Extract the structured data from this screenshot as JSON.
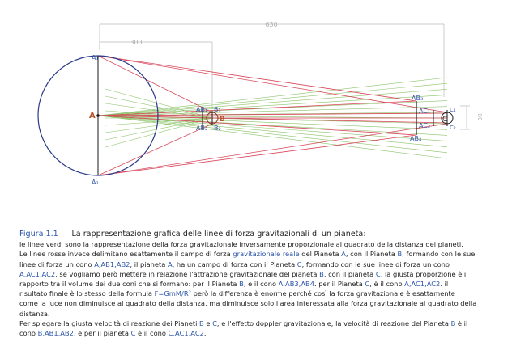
{
  "diagram": {
    "dim_outer": "630",
    "dim_inner": "300",
    "dim_side": "80",
    "labels": {
      "A": "A",
      "A1": "A₁",
      "A2": "A₂",
      "AB1": "AB₁",
      "AB2": "AB₂",
      "B1": "B₁",
      "B2": "B₂",
      "B": "B",
      "AB3": "AB₃",
      "AB4": "AB₄",
      "AC1": "AC₁",
      "AC2": "AC₂",
      "C1": "C₁",
      "C2": "C₂",
      "C": "C"
    },
    "colors": {
      "green": "#8cc36a",
      "red": "#d8465a",
      "circle": "#2a3a8a",
      "dim": "#b0b0b0",
      "label": "#3a5aa8",
      "planet_label": "#b5532a"
    }
  },
  "caption": {
    "fig_label": "Figura 1.1",
    "title": "La rappresentazione grafica delle linee di forza gravitazionali di un pianeta:",
    "l1": "le linee verdi sono la rappresentazione della forza  gravitazionale  inversamente proporzionale al quadrato della distanza dei pianeti.",
    "l2_a": "Le linee rosse invece delimitano esattamente il campo di forza ",
    "l2_hl1": "gravitazionale reale",
    "l2_b": "  del Pianeta ",
    "l2_hl2": "A",
    "l2_c": ", con il Pianeta ",
    "l2_hl3": "B",
    "l2_d": ", formando con le sue",
    "l3_a": "linee di forza un cono ",
    "l3_hl1": "A,AB1,AB2",
    "l3_b": ", il pianeta ",
    "l3_hl2": "A",
    "l3_c": ", ha un campo di forza con il Pianeta ",
    "l3_hl3": "C",
    "l3_d": ", formando con le sue linee di forza un cono",
    "l4_hl1": "A,AC1,AC2",
    "l4_a": ", se vogliamo però mettere in relazione l'attrazione gravitazionale del pianeta ",
    "l4_hl2": "B",
    "l4_b": ", con il pianeta ",
    "l4_hl3": "C",
    "l4_c": ",  la giusta proporzione è il",
    "l5_a": "rapporto tra il volume dei due coni che si formano: per il Pianeta ",
    "l5_hl1": "B",
    "l5_b": ", è il cono ",
    "l5_hl2": "A,AB3,AB4",
    "l5_c": ". per il Pianeta ",
    "l5_hl3": "C",
    "l5_d": ", è il cono ",
    "l5_hl4": "A,AC1,AC2",
    "l5_e": ". il",
    "l6_a": "risultato finale è lo stesso della formula ",
    "l6_hl1": "F=GmM/R²",
    "l6_b": " però la differenza è enorme perché  così la forza gravitazionale è esattamente",
    "l7": "come la luce non diminuisce al quadrato della distanza, ma diminuisce solo l'area interessata alla forza gravitazionale al quadrato della",
    "l8": "distanza.",
    "l9_a": "Per spiegare la giusta velocità di reazione dei Pianeti ",
    "l9_hl1": "B",
    "l9_b": " e ",
    "l9_hl2": "C",
    "l9_c": ", e l'effetto doppler gravitazionale, la velocità di reazione del Pianeta ",
    "l9_hl3": "B",
    "l9_d": " è il",
    "l10_a": "cono ",
    "l10_hl1": "B,AB1,AB2",
    "l10_b": ", e per il pianeta ",
    "l10_hl2": "C",
    "l10_c": " è il cono ",
    "l10_hl3": "C,AC1,AC2",
    "l10_d": "."
  }
}
